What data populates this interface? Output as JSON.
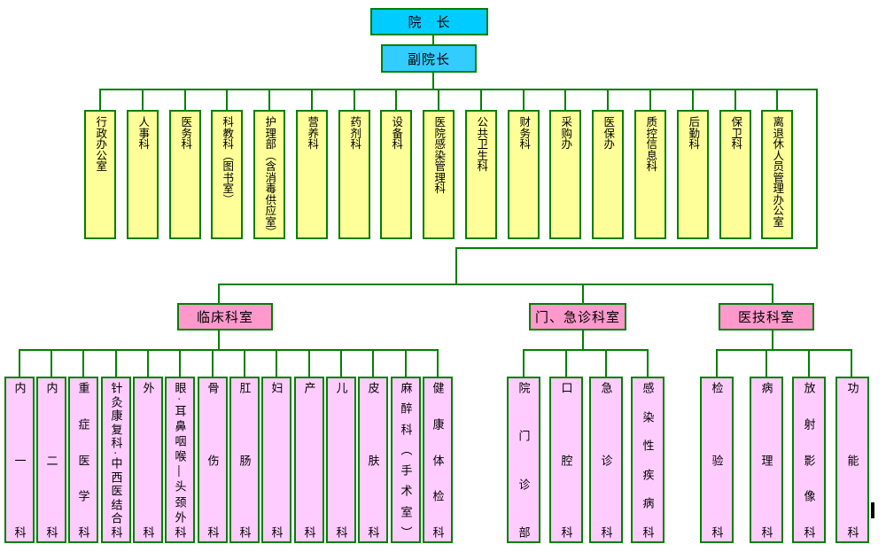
{
  "colors": {
    "line_green": "#008000",
    "president_fill": "#00ccff",
    "vice_president_fill": "#33ccff",
    "admin_fill": "#ffff99",
    "group_header_fill": "#ff99cc",
    "department_fill": "#ffccff"
  },
  "president": {
    "label": "院　长"
  },
  "vice": {
    "label": "副院长"
  },
  "admin": [
    {
      "label": "行政办公室"
    },
    {
      "label": "人事科"
    },
    {
      "label": "医务科"
    },
    {
      "label": "科教科（图书室）"
    },
    {
      "label": "护理部（含消毒供应室）"
    },
    {
      "label": "营养科"
    },
    {
      "label": "药剂科"
    },
    {
      "label": "设备科"
    },
    {
      "label": "医院感染管理科"
    },
    {
      "label": "公共卫生科"
    },
    {
      "label": "财务科"
    },
    {
      "label": "采购办"
    },
    {
      "label": "医保办"
    },
    {
      "label": "质控信息科"
    },
    {
      "label": "后勤科"
    },
    {
      "label": "保卫科"
    },
    {
      "label": "离退休人员管理办公室"
    }
  ],
  "groups": [
    {
      "title": "临床科室",
      "children": [
        {
          "label": "内一科"
        },
        {
          "label": "内二科"
        },
        {
          "label": "重症医学科"
        },
        {
          "label": "针灸康复科·中西医结合科"
        },
        {
          "label": "外科"
        },
        {
          "label": "眼·耳鼻咽喉—头颈外科"
        },
        {
          "label": "骨伤科"
        },
        {
          "label": "肛肠科"
        },
        {
          "label": "妇科"
        },
        {
          "label": "产科"
        },
        {
          "label": "儿科"
        },
        {
          "label": "皮肤科"
        },
        {
          "label": "麻醉科（手术室）"
        },
        {
          "label": "健康体检科"
        }
      ]
    },
    {
      "title": "门、急诊科室",
      "children": [
        {
          "label": "院门诊部"
        },
        {
          "label": "口腔科"
        },
        {
          "label": "急诊科"
        },
        {
          "label": "感染性疾病科"
        }
      ]
    },
    {
      "title": "医技科室",
      "children": [
        {
          "label": "检验科"
        },
        {
          "label": "病理科"
        },
        {
          "label": "放射影像科"
        },
        {
          "label": "功能科"
        }
      ]
    }
  ]
}
